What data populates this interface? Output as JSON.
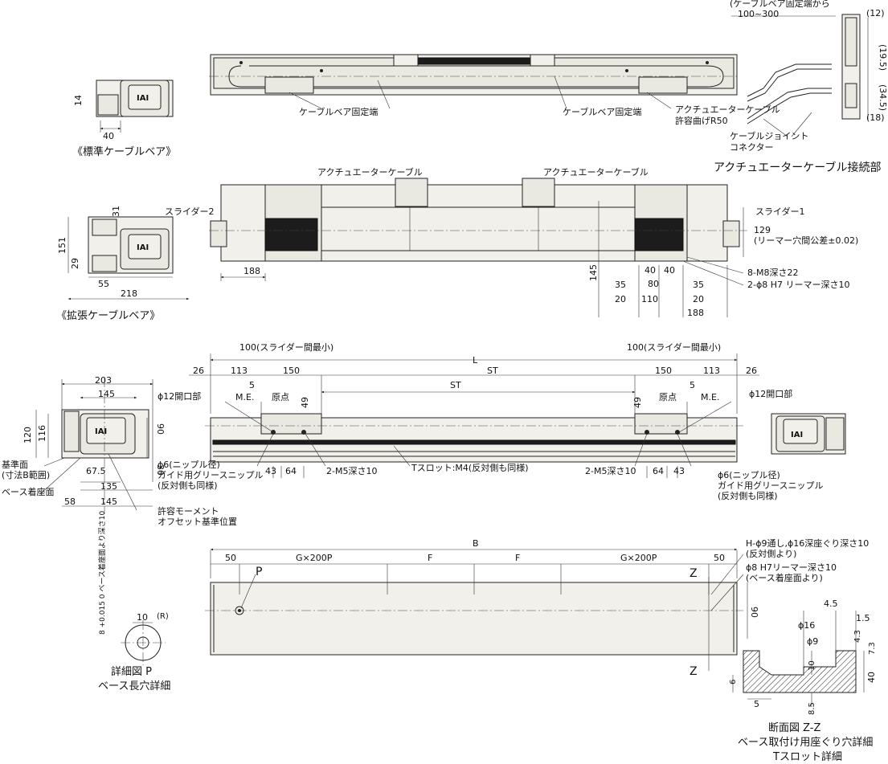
{
  "views": {
    "top_view": {
      "cable_bear_fixed_end_left": "ケーブルベア固定端",
      "cable_bear_fixed_end_right": "ケーブルベア固定端",
      "actuator_cable": "アクチュエーターケーブル",
      "allowable_bend": "許容曲げR50",
      "cable_joint": "ケーブルジョイント",
      "connector": "コネクター"
    },
    "cable_connection": {
      "title": "アクチュエーターケーブル接続部",
      "from_fixed_end": "(ケーブルベア固定端から",
      "range": "100~300",
      "dims": [
        "(12)",
        "(19.5)",
        "(34.5)",
        "(18)"
      ]
    },
    "standard_bear": {
      "caption": "《標準ケーブルベア》",
      "dims": [
        "14",
        "40"
      ],
      "logo": "IAI"
    },
    "extended_bear": {
      "caption": "《拡張ケーブルベア》",
      "dims": [
        "31",
        "151",
        "29",
        "55",
        "218"
      ],
      "logo": "IAI"
    },
    "middle_view": {
      "actuator_cable_left": "アクチュエーターケーブル",
      "actuator_cable_right": "アクチュエーターケーブル",
      "slider2": "スライダー2",
      "slider1": "スライダー1",
      "reamer_pitch": "129",
      "reamer_tol": "(リーマー穴間公差±0.02)",
      "tap": "8-M8深さ22",
      "reamer": "2-ϕ8 H7 リーマー深さ10",
      "dims": [
        "188",
        "145",
        "40",
        "40",
        "80",
        "35",
        "35",
        "110",
        "20",
        "20",
        "188"
      ]
    },
    "front_view": {
      "top_dims": [
        "26",
        "113",
        "150",
        "ST",
        "ST",
        "150",
        "113",
        "26"
      ],
      "L": "L",
      "slider_gap_left": "100(スライダー間最小)",
      "slider_gap_right": "100(スライダー間最小)",
      "me_left": "M.E.",
      "origin_left": "原点",
      "me_right": "M.E.",
      "origin_right": "原点",
      "five_left": "5",
      "five_right": "5",
      "hole_left": "ϕ12開口部",
      "hole_right": "ϕ12開口部",
      "h49_left": "49",
      "h49_right": "49",
      "m5_left": "2-M5深さ10",
      "m5_right": "2-M5深さ10",
      "tslot": "Tスロット:M4(反対側も同様)",
      "dims_bottom": [
        "43",
        "64",
        "64",
        "43"
      ],
      "nipple_1": "ϕ6(ニップル径)",
      "nipple_2": "ガイド用グリースニップル",
      "nipple_3": "(反対側も同様)",
      "logo": "IAI"
    },
    "side_view": {
      "dims": [
        "203",
        "145",
        "120",
        "116",
        "90",
        "30",
        "67.5",
        "135",
        "58",
        "145"
      ],
      "ref_surface": "基準面",
      "ref_range": "(寸法B範囲)",
      "base_surface": "ベース着座面",
      "moment_1": "許容モーメント",
      "moment_2": "オフセット基準位置",
      "logo": "IAI"
    },
    "base_view": {
      "B": "B",
      "dims": [
        "50",
        "G×200P",
        "F",
        "F",
        "G×200P",
        "50"
      ],
      "P": "P",
      "Z": "Z",
      "h90": "90",
      "note1a": "H-ϕ9通し,ϕ16深座ぐり深さ10",
      "note1b": "(反対側より)",
      "note2a": "ϕ8 H7リーマー深さ10",
      "note2b": "(ベース着座面より)"
    },
    "detail_p": {
      "dim_label": "8 +0.015 0 ベース着座面より深さ10",
      "width": "10",
      "R": "(R)",
      "caption1": "詳細図 P",
      "caption2": "ベース長穴詳細"
    },
    "section_zz": {
      "dims": [
        "4.5",
        "1.5",
        "ϕ16",
        "ϕ9",
        "4.3",
        "7.3",
        "10",
        "40",
        "6",
        "5",
        "8.5"
      ],
      "caption1": "断面図 Z-Z",
      "caption2": "ベース取付け用座ぐり穴詳細",
      "caption3": "Tスロット詳細"
    }
  }
}
